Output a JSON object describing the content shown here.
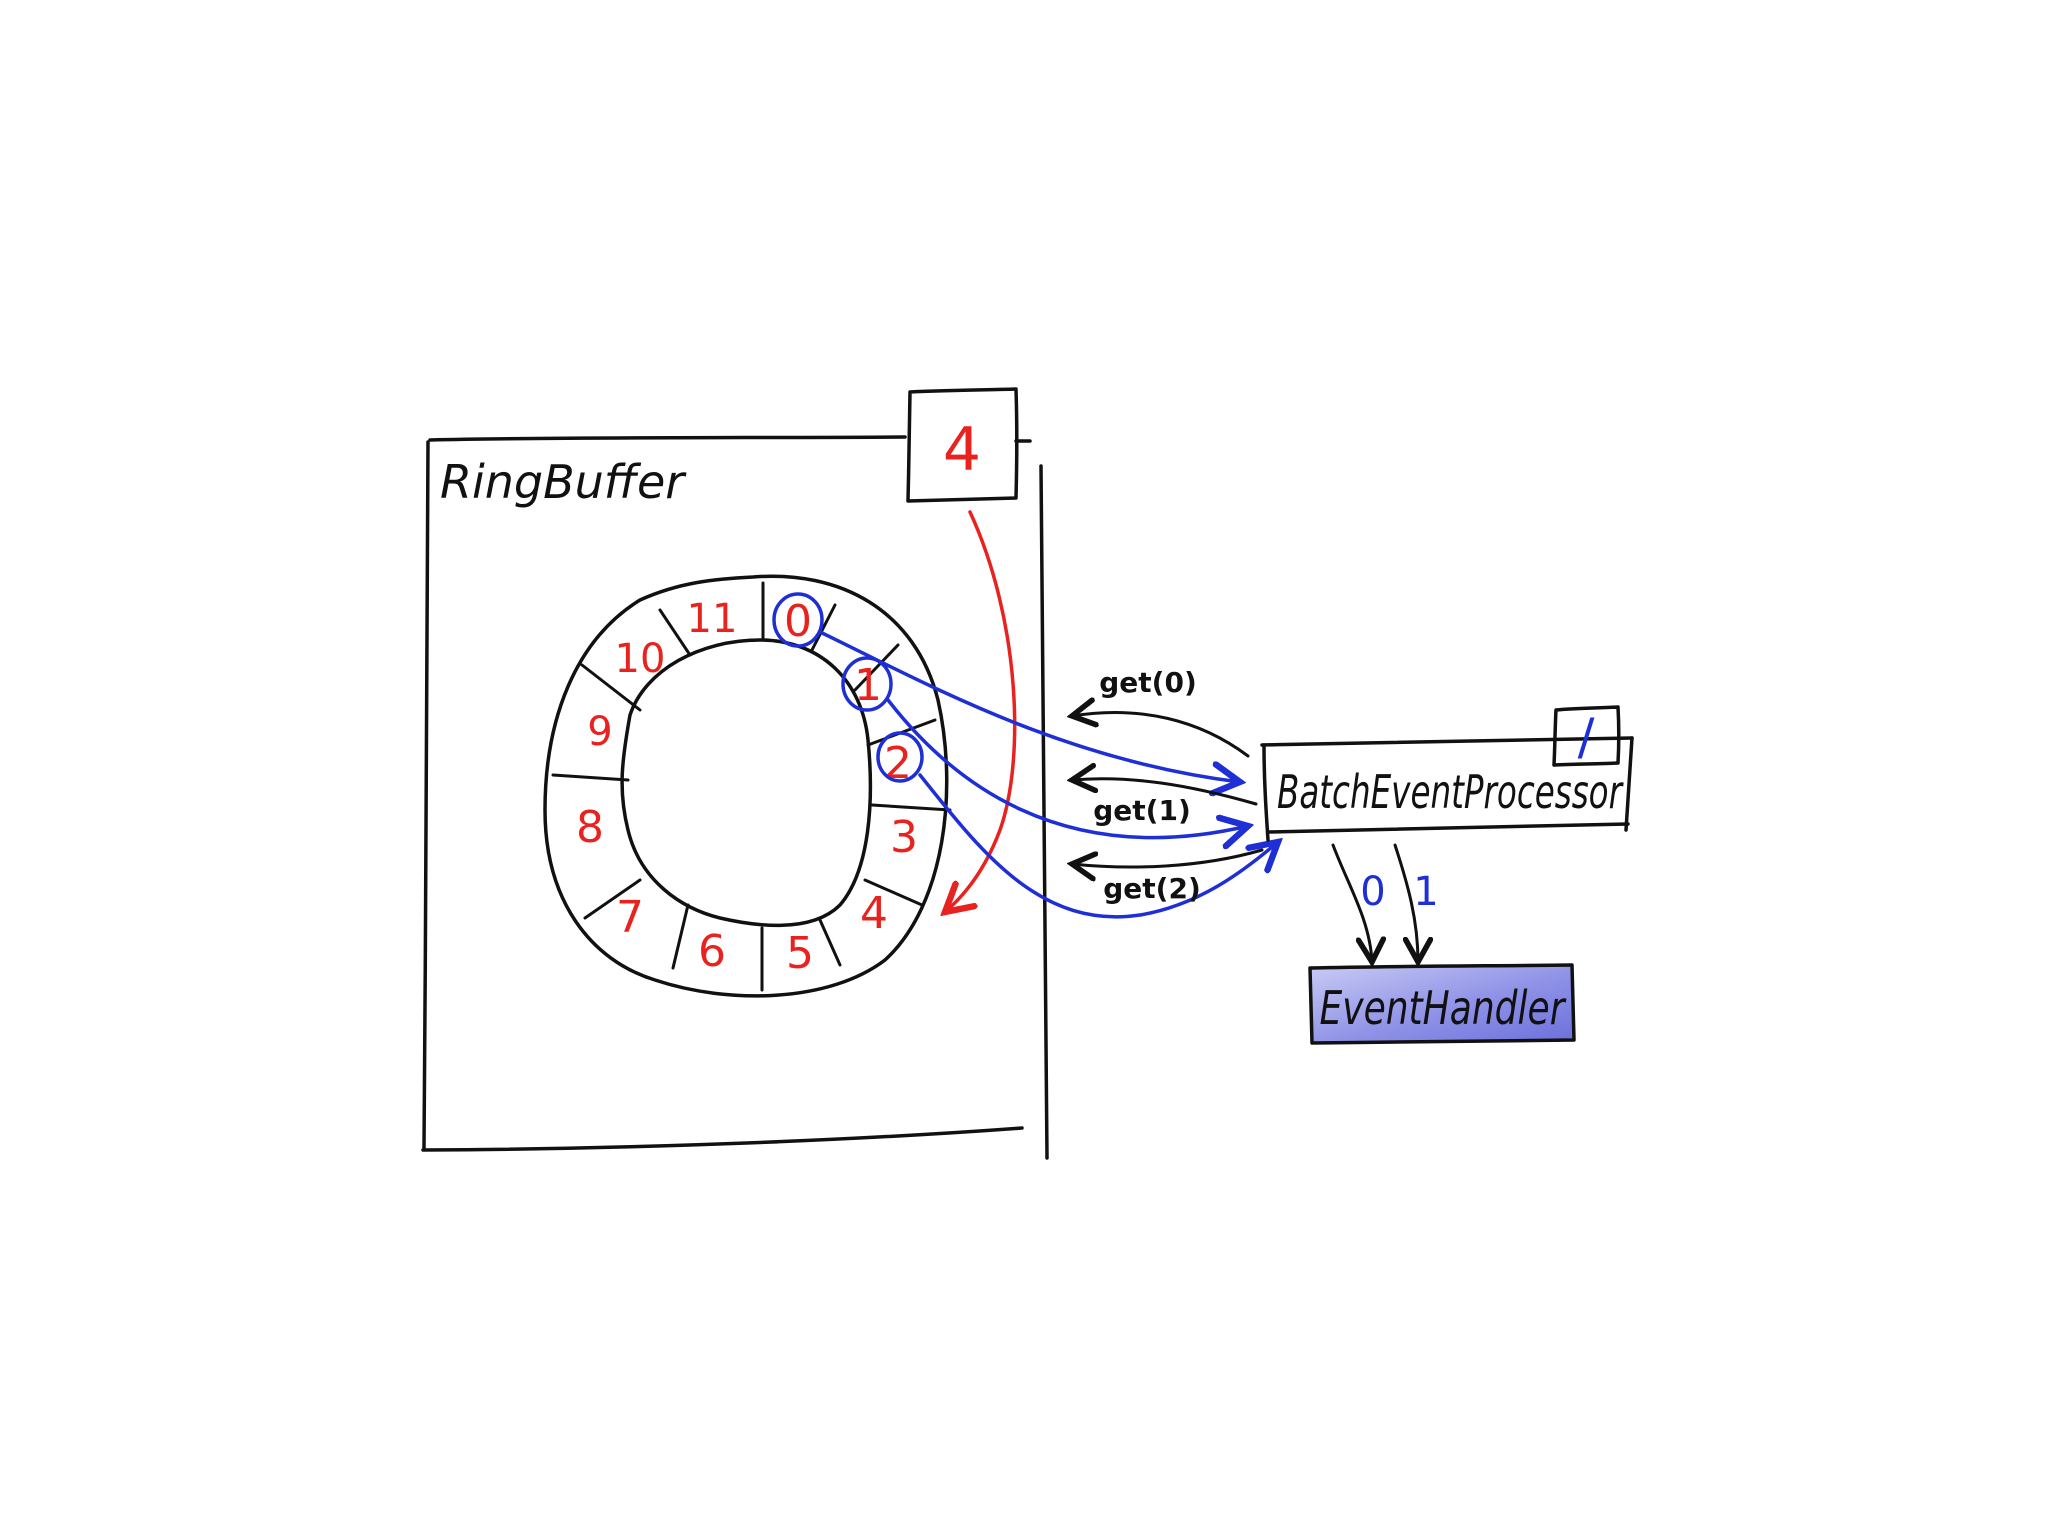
{
  "colors": {
    "ink": "#111111",
    "red": "#e8231f",
    "blue": "#1f2fd6",
    "handler_fill": "#7c7fe0",
    "handler_fill_light": "#c9cbf5"
  },
  "ring_buffer": {
    "label": "RingBuffer",
    "cursor_value": "4",
    "slots": [
      "0",
      "1",
      "2",
      "3",
      "4",
      "5",
      "6",
      "7",
      "8",
      "9",
      "10",
      "11"
    ]
  },
  "calls": [
    {
      "label": "get(0)",
      "slot": "0"
    },
    {
      "label": "get(1)",
      "slot": "1"
    },
    {
      "label": "get(2)",
      "slot": "2"
    }
  ],
  "processor": {
    "label": "BatchEventProcessor",
    "sequence_value": "/"
  },
  "dispatch": [
    {
      "label": "0"
    },
    {
      "label": "1"
    }
  ],
  "handler": {
    "label": "EventHandler"
  }
}
